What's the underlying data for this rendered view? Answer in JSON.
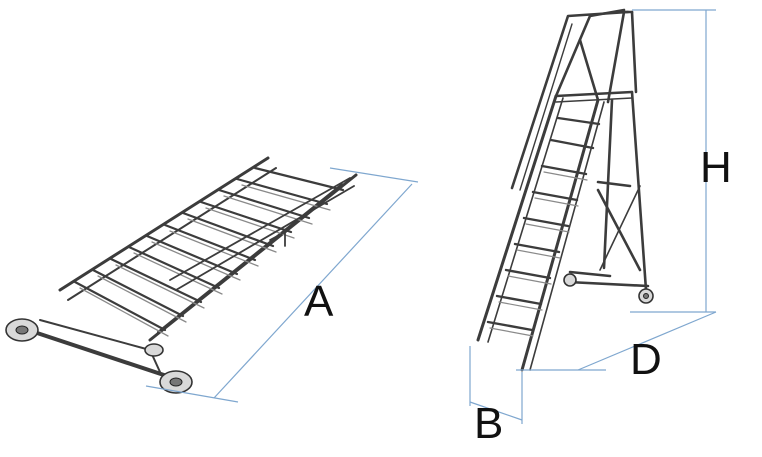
{
  "labels": {
    "a": "A",
    "h": "H",
    "d": "D",
    "b": "B"
  },
  "colors": {
    "dimension_line": "#7fa7cf",
    "metal": "#3c3c3c",
    "background": "#ffffff"
  }
}
